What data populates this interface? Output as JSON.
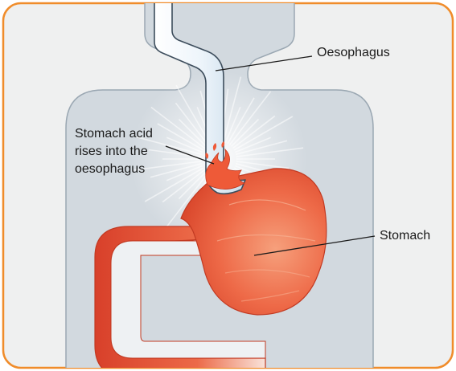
{
  "diagram": {
    "labels": {
      "oesophagus": "Oesophagus",
      "stomach": "Stomach",
      "acid": [
        "Stomach acid",
        "rises into the",
        "oesophagus"
      ]
    }
  },
  "colors": {
    "frame_border": "#f08c2a",
    "background": "#eff0f0",
    "body_silhouette": "#d2d9df",
    "body_outline": "#9aa7b2",
    "oesophagus_fill": "#f2f7fb",
    "oesophagus_outline": "#3d4d5c",
    "stomach_fill": "#ee6a48",
    "stomach_dark": "#d8452a",
    "rays": "#ffffff"
  }
}
